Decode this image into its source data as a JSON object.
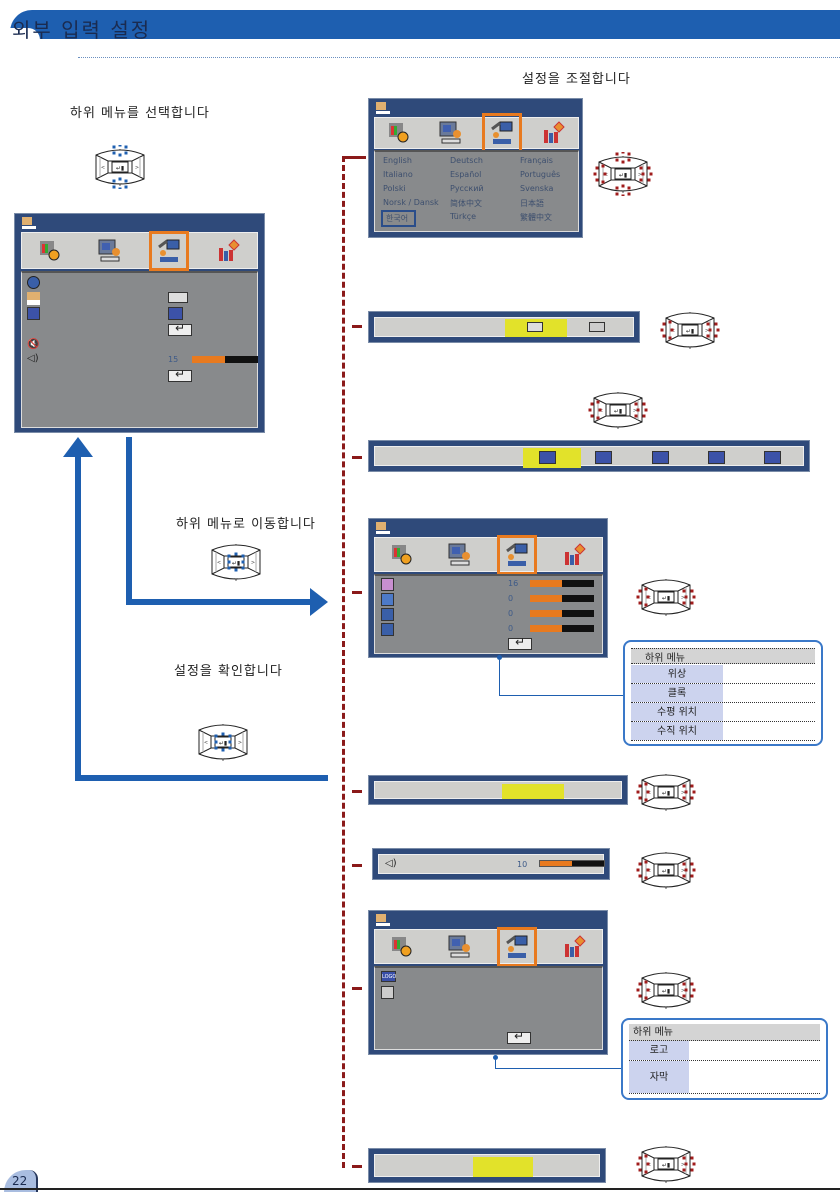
{
  "header": {
    "title": "외부 입력 설정"
  },
  "captions": {
    "select_submenu": "하위 메뉴를 선택합니다",
    "adjust_settings": "설정을 조절합니다",
    "go_to_submenu": "하위 메뉴로 이동합니다",
    "confirm_settings": "설정을 확인합니다"
  },
  "main_osd": {
    "tabs": [
      "image-icon",
      "display-icon",
      "setup-icon",
      "options-icon"
    ],
    "selected_tab": 2,
    "rows": [
      {
        "icon": "language-globe-icon"
      },
      {
        "icon": "projection-icon",
        "value_icon": "front-desktop-icon"
      },
      {
        "icon": "menu-location-icon",
        "value_icon": "menu-position-topleft-icon"
      },
      {
        "icon": "",
        "value_icon": "enter-icon"
      },
      {
        "icon": "mute-icon"
      },
      {
        "icon": "volume-icon",
        "value": "15",
        "level": 0.5
      },
      {
        "icon": "",
        "value_icon": "enter-icon"
      }
    ]
  },
  "language_osd": {
    "languages": [
      [
        "English",
        "Deutsch",
        "Français"
      ],
      [
        "Italiano",
        "Español",
        "Português"
      ],
      [
        "Polski",
        "Русский",
        "Svenska"
      ],
      [
        "Norsk / Dansk",
        "简体中文",
        "日本語"
      ],
      [
        "한국어",
        "Türkçe",
        "繁體中文"
      ]
    ],
    "selected": "한국어"
  },
  "projection_strip": {
    "options": [
      "front-desktop-icon",
      "rear-desktop-icon"
    ],
    "selected": 0
  },
  "menu_location_strip": {
    "options": [
      "top-left-icon",
      "top-right-icon",
      "center-icon",
      "bottom-left-icon",
      "bottom-right-icon"
    ],
    "selected": 0
  },
  "signal_osd": {
    "rows": [
      {
        "icon": "phase-icon",
        "value": "16",
        "level": 0.5
      },
      {
        "icon": "clock-icon",
        "value": "0",
        "level": 0.5
      },
      {
        "icon": "h-position-icon",
        "value": "0",
        "level": 0.5
      },
      {
        "icon": "v-position-icon",
        "value": "0",
        "level": 0.5
      }
    ]
  },
  "signal_submenu": {
    "header": "하위 메뉴",
    "items": [
      "위상",
      "클록",
      "수평 위치",
      "수직 위치"
    ]
  },
  "mute_strip": {
    "selected": "on"
  },
  "volume_strip": {
    "value": "10",
    "level": 0.5
  },
  "advanced_osd": {
    "rows": [
      {
        "icon": "logo-icon"
      },
      {
        "icon": "closed-caption-icon"
      }
    ]
  },
  "advanced_submenu": {
    "header": "하위 메뉴",
    "items": [
      "로고",
      "자막"
    ]
  },
  "logo_strip": {
    "selected": "on"
  },
  "page": {
    "number": "22"
  },
  "colors": {
    "accent_blue": "#1e5fb0",
    "osd_frame": "#2f4a7a",
    "highlight": "#e2e22a",
    "bar_fill": "#e87a1f",
    "connector_red": "#8b1a1a"
  }
}
